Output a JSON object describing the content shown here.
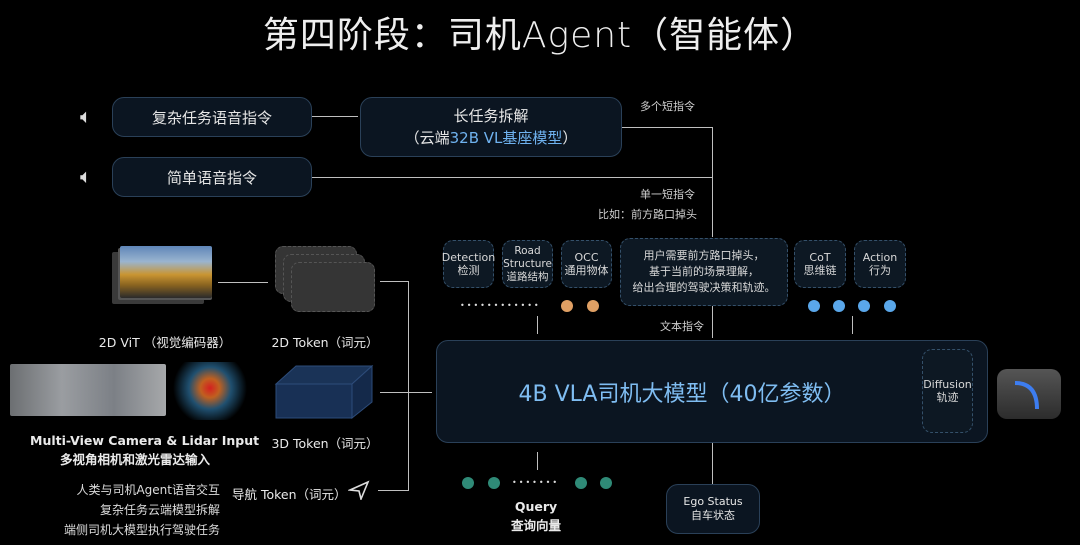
{
  "title": "第四阶段：司机Agent（智能体）",
  "voice_inputs": {
    "complex": "复杂任务语音指令",
    "simple": "简单语音指令"
  },
  "cloud_model": {
    "line1": "长任务拆解",
    "line2_prefix": "（云端",
    "line2_highlight": "32B VL基座模型",
    "line2_suffix": "）"
  },
  "connectors": {
    "multi_short": "多个短指令",
    "single_short": "单一短指令",
    "example": "比如：前方路口掉头",
    "text_command": "文本指令"
  },
  "outputs": [
    {
      "en": "Detection",
      "zh": "检测"
    },
    {
      "en": "Road Structure",
      "zh": "道路结构"
    },
    {
      "en": "OCC",
      "zh": "通用物体"
    },
    {
      "en": "CoT",
      "zh": "思维链"
    },
    {
      "en": "Action",
      "zh": "行为"
    }
  ],
  "instruction_box": [
    "用户需要前方路口掉头，",
    "基于当前的场景理解，",
    "给出合理的驾驶决策和轨迹。"
  ],
  "inputs": {
    "vit_label": "2D ViT （视觉编码器）",
    "token2d_label": "2D Token（词元）",
    "mv_label_en": "Multi-View Camera & Lidar Input",
    "mv_label_zh": "多视角相机和激光雷达输入",
    "token3d_label": "3D Token（词元）",
    "nav_label": "导航 Token（词元）"
  },
  "summary": [
    "人类与司机Agent语音交互",
    "复杂任务云端模型拆解",
    "端侧司机大模型执行驾驶任务"
  ],
  "main_model": "4B VLA司机大模型（40亿参数）",
  "diffusion": {
    "en": "Diffusion",
    "zh": "轨迹"
  },
  "query": {
    "en": "Query",
    "zh": "查询向量"
  },
  "ego": {
    "en": "Ego Status",
    "zh": "自车状态"
  },
  "colors": {
    "accent_blue": "#5aa7ea",
    "orange_dot": "#e0a064",
    "teal_dot": "#2f8a77",
    "box_border": "#2a4058"
  },
  "icons": {
    "speaker": "speaker-icon",
    "navigation": "navigation-arrow-icon"
  }
}
